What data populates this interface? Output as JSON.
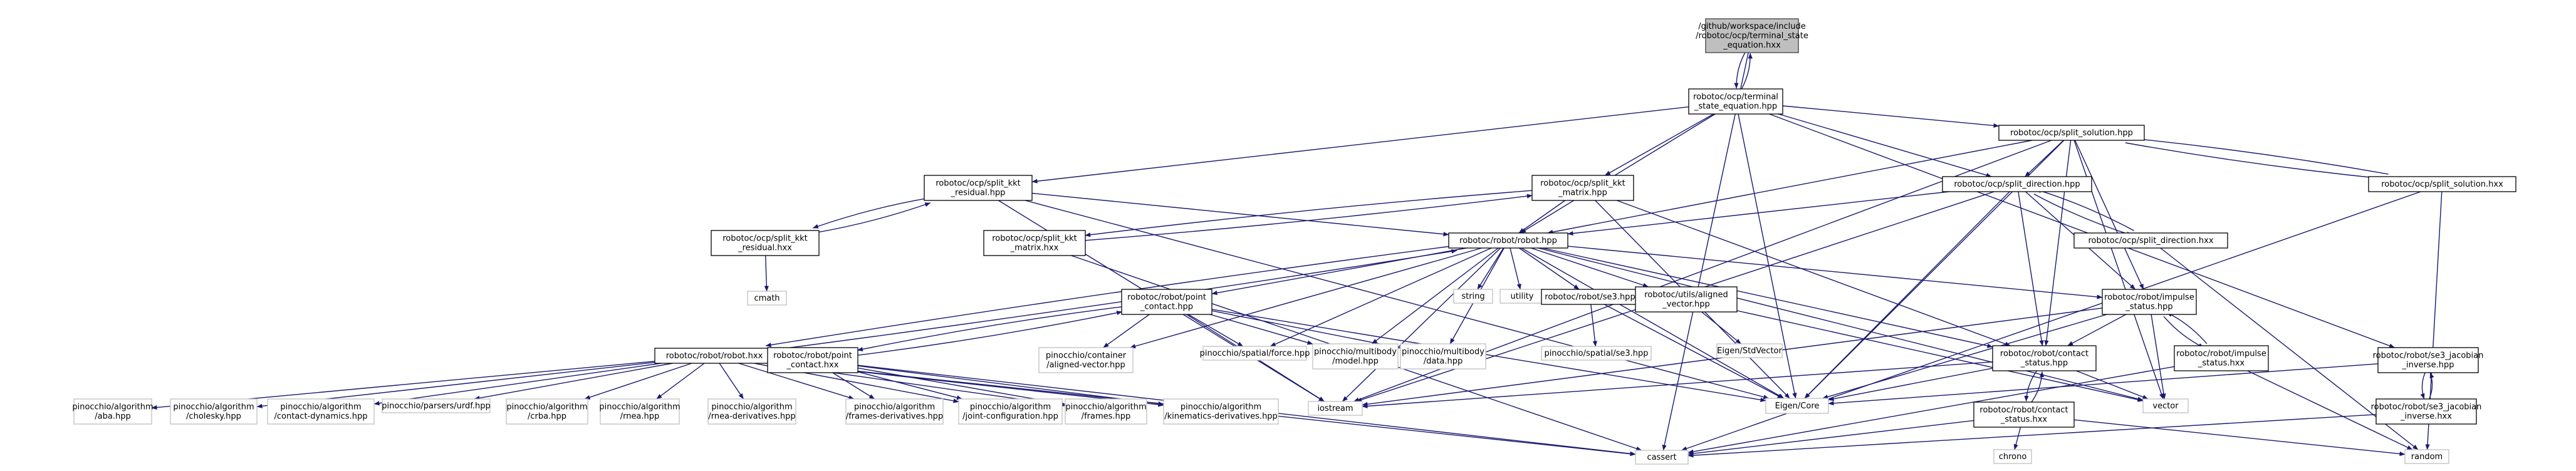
{
  "graph": {
    "colors": {
      "edge": "#191970",
      "node_fill": "#ffffff",
      "node_border": "#000000",
      "external_border": "#bfbfbf",
      "root_fill": "#bfbfbf",
      "root_border": "#404040",
      "text": "#000000"
    },
    "nodes": [
      {
        "id": "root",
        "lines": [
          "/github/workspace/include",
          "/robotoc/ocp/terminal_state",
          "_equation.hxx"
        ],
        "kind": "root"
      },
      {
        "id": "tse_hpp",
        "lines": [
          "robotoc/ocp/terminal",
          "_state_equation.hpp"
        ],
        "kind": "normal"
      },
      {
        "id": "sol_hpp",
        "lines": [
          "robotoc/ocp/split_solution.hpp"
        ],
        "kind": "normal"
      },
      {
        "id": "sol_hxx",
        "lines": [
          "robotoc/ocp/split_solution.hxx"
        ],
        "kind": "normal"
      },
      {
        "id": "kktres_hpp",
        "lines": [
          "robotoc/ocp/split_kkt",
          "_residual.hpp"
        ],
        "kind": "normal"
      },
      {
        "id": "kktmat_hpp",
        "lines": [
          "robotoc/ocp/split_kkt",
          "_matrix.hpp"
        ],
        "kind": "normal"
      },
      {
        "id": "dir_hpp",
        "lines": [
          "robotoc/ocp/split_direction.hpp"
        ],
        "kind": "normal"
      },
      {
        "id": "dir_hxx",
        "lines": [
          "robotoc/ocp/split_direction.hxx"
        ],
        "kind": "normal"
      },
      {
        "id": "kktres_hxx",
        "lines": [
          "robotoc/ocp/split_kkt",
          "_residual.hxx"
        ],
        "kind": "normal"
      },
      {
        "id": "kktmat_hxx",
        "lines": [
          "robotoc/ocp/split_kkt",
          "_matrix.hxx"
        ],
        "kind": "normal"
      },
      {
        "id": "robot_hpp",
        "lines": [
          "robotoc/robot/robot.hpp"
        ],
        "kind": "normal"
      },
      {
        "id": "cmath",
        "lines": [
          "cmath"
        ],
        "kind": "external"
      },
      {
        "id": "string",
        "lines": [
          "string"
        ],
        "kind": "external"
      },
      {
        "id": "utility",
        "lines": [
          "utility"
        ],
        "kind": "external"
      },
      {
        "id": "point_contact_hpp",
        "lines": [
          "robotoc/robot/point",
          "_contact.hpp"
        ],
        "kind": "normal"
      },
      {
        "id": "se3_hpp",
        "lines": [
          "robotoc/robot/se3.hpp"
        ],
        "kind": "normal"
      },
      {
        "id": "aligned_vector_hpp",
        "lines": [
          "robotoc/utils/aligned",
          "_vector.hpp"
        ],
        "kind": "normal"
      },
      {
        "id": "impulse_status_hpp",
        "lines": [
          "robotoc/robot/impulse",
          "_status.hpp"
        ],
        "kind": "normal"
      },
      {
        "id": "se3_jac_hpp",
        "lines": [
          "robotoc/robot/se3_jacobian",
          "_inverse.hpp"
        ],
        "kind": "normal"
      },
      {
        "id": "robot_hxx",
        "lines": [
          "robotoc/robot/robot.hxx"
        ],
        "kind": "normal"
      },
      {
        "id": "point_contact_hxx",
        "lines": [
          "robotoc/robot/point",
          "_contact.hxx"
        ],
        "kind": "normal"
      },
      {
        "id": "pin_container",
        "lines": [
          "pinocchio/container",
          "/aligned-vector.hpp"
        ],
        "kind": "external"
      },
      {
        "id": "pin_force",
        "lines": [
          "pinocchio/spatial/force.hpp"
        ],
        "kind": "external"
      },
      {
        "id": "pin_model",
        "lines": [
          "pinocchio/multibody",
          "/model.hpp"
        ],
        "kind": "external"
      },
      {
        "id": "pin_data",
        "lines": [
          "pinocchio/multibody",
          "/data.hpp"
        ],
        "kind": "external"
      },
      {
        "id": "pin_se3",
        "lines": [
          "pinocchio/spatial/se3.hpp"
        ],
        "kind": "external"
      },
      {
        "id": "eigen_stdvector",
        "lines": [
          "Eigen/StdVector"
        ],
        "kind": "external"
      },
      {
        "id": "contact_status_hpp",
        "lines": [
          "robotoc/robot/contact",
          "_status.hpp"
        ],
        "kind": "normal"
      },
      {
        "id": "impulse_status_hxx",
        "lines": [
          "robotoc/robot/impulse",
          "_status.hxx"
        ],
        "kind": "normal"
      },
      {
        "id": "se3_jac_hxx",
        "lines": [
          "robotoc/robot/se3_jacobian",
          "_inverse.hxx"
        ],
        "kind": "normal"
      },
      {
        "id": "pin_aba",
        "lines": [
          "pinocchio/algorithm",
          "/aba.hpp"
        ],
        "kind": "external"
      },
      {
        "id": "pin_cholesky",
        "lines": [
          "pinocchio/algorithm",
          "/cholesky.hpp"
        ],
        "kind": "external"
      },
      {
        "id": "pin_contact_dyn",
        "lines": [
          "pinocchio/algorithm",
          "/contact-dynamics.hpp"
        ],
        "kind": "external"
      },
      {
        "id": "pin_urdf",
        "lines": [
          "pinocchio/parsers/urdf.hpp"
        ],
        "kind": "external"
      },
      {
        "id": "pin_crba",
        "lines": [
          "pinocchio/algorithm",
          "/crba.hpp"
        ],
        "kind": "external"
      },
      {
        "id": "pin_rnea",
        "lines": [
          "pinocchio/algorithm",
          "/rnea.hpp"
        ],
        "kind": "external"
      },
      {
        "id": "pin_rnea_deriv",
        "lines": [
          "pinocchio/algorithm",
          "/rnea-derivatives.hpp"
        ],
        "kind": "external"
      },
      {
        "id": "pin_frames_deriv",
        "lines": [
          "pinocchio/algorithm",
          "/frames-derivatives.hpp"
        ],
        "kind": "external"
      },
      {
        "id": "pin_joint_conf",
        "lines": [
          "pinocchio/algorithm",
          "/joint-configuration.hpp"
        ],
        "kind": "external"
      },
      {
        "id": "pin_frames",
        "lines": [
          "pinocchio/algorithm",
          "/frames.hpp"
        ],
        "kind": "external"
      },
      {
        "id": "pin_kin_deriv",
        "lines": [
          "pinocchio/algorithm",
          "/kinematics-derivatives.hpp"
        ],
        "kind": "external"
      },
      {
        "id": "iostream",
        "lines": [
          "iostream"
        ],
        "kind": "external"
      },
      {
        "id": "eigen_core",
        "lines": [
          "Eigen/Core"
        ],
        "kind": "external"
      },
      {
        "id": "vector",
        "lines": [
          "vector"
        ],
        "kind": "external"
      },
      {
        "id": "contact_status_hxx",
        "lines": [
          "robotoc/robot/contact",
          "_status.hxx"
        ],
        "kind": "normal"
      },
      {
        "id": "random",
        "lines": [
          "random"
        ],
        "kind": "external"
      },
      {
        "id": "cassert",
        "lines": [
          "cassert"
        ],
        "kind": "external"
      },
      {
        "id": "chrono",
        "lines": [
          "chrono"
        ],
        "kind": "external"
      }
    ],
    "edges": [
      [
        "root",
        "tse_hpp"
      ],
      [
        "root",
        "cassert"
      ],
      [
        "tse_hpp",
        "root"
      ],
      [
        "tse_hpp",
        "kktres_hpp"
      ],
      [
        "tse_hpp",
        "kktmat_hpp"
      ],
      [
        "tse_hpp",
        "robot_hpp"
      ],
      [
        "tse_hpp",
        "sol_hpp"
      ],
      [
        "tse_hpp",
        "dir_hpp"
      ],
      [
        "tse_hpp",
        "se3_jac_hpp"
      ],
      [
        "tse_hpp",
        "eigen_core"
      ],
      [
        "sol_hpp",
        "sol_hxx"
      ],
      [
        "sol_hpp",
        "dir_hpp"
      ],
      [
        "sol_hpp",
        "robot_hpp"
      ],
      [
        "sol_hpp",
        "contact_status_hpp"
      ],
      [
        "sol_hpp",
        "impulse_status_hpp"
      ],
      [
        "sol_hpp",
        "iostream"
      ],
      [
        "sol_hpp",
        "eigen_core"
      ],
      [
        "sol_hpp",
        "vector"
      ],
      [
        "sol_hxx",
        "sol_hpp"
      ],
      [
        "sol_hxx",
        "random"
      ],
      [
        "sol_hxx",
        "cassert"
      ],
      [
        "kktres_hpp",
        "kktres_hxx"
      ],
      [
        "kktres_hpp",
        "robot_hpp"
      ],
      [
        "kktres_hpp",
        "eigen_core"
      ],
      [
        "kktres_hpp",
        "iostream"
      ],
      [
        "kktres_hxx",
        "kktres_hpp"
      ],
      [
        "kktres_hxx",
        "cmath"
      ],
      [
        "kktmat_hpp",
        "kktmat_hxx"
      ],
      [
        "kktmat_hpp",
        "robot_hpp"
      ],
      [
        "kktmat_hpp",
        "contact_status_hpp"
      ],
      [
        "kktmat_hpp",
        "eigen_core"
      ],
      [
        "kktmat_hxx",
        "kktmat_hpp"
      ],
      [
        "kktmat_hxx",
        "cassert"
      ],
      [
        "dir_hpp",
        "dir_hxx"
      ],
      [
        "dir_hpp",
        "robot_hpp"
      ],
      [
        "dir_hpp",
        "contact_status_hpp"
      ],
      [
        "dir_hpp",
        "impulse_status_hpp"
      ],
      [
        "dir_hpp",
        "eigen_core"
      ],
      [
        "dir_hpp",
        "iostream"
      ],
      [
        "dir_hxx",
        "dir_hpp"
      ],
      [
        "dir_hxx",
        "random"
      ],
      [
        "robot_hpp",
        "robot_hxx"
      ],
      [
        "robot_hpp",
        "point_contact_hpp"
      ],
      [
        "robot_hpp",
        "string"
      ],
      [
        "robot_hpp",
        "utility"
      ],
      [
        "robot_hpp",
        "se3_hpp"
      ],
      [
        "robot_hpp",
        "aligned_vector_hpp"
      ],
      [
        "robot_hpp",
        "impulse_status_hpp"
      ],
      [
        "robot_hpp",
        "contact_status_hpp"
      ],
      [
        "robot_hpp",
        "pin_container"
      ],
      [
        "robot_hpp",
        "pin_force"
      ],
      [
        "robot_hpp",
        "pin_model"
      ],
      [
        "robot_hpp",
        "pin_data"
      ],
      [
        "robot_hpp",
        "eigen_core"
      ],
      [
        "robot_hpp",
        "vector"
      ],
      [
        "robot_hpp",
        "iostream"
      ],
      [
        "point_contact_hpp",
        "point_contact_hxx"
      ],
      [
        "point_contact_hpp",
        "pin_container"
      ],
      [
        "point_contact_hpp",
        "pin_force"
      ],
      [
        "point_contact_hpp",
        "pin_model"
      ],
      [
        "point_contact_hpp",
        "pin_data"
      ],
      [
        "point_contact_hpp",
        "eigen_core"
      ],
      [
        "point_contact_hpp",
        "iostream"
      ],
      [
        "point_contact_hxx",
        "point_contact_hpp"
      ],
      [
        "point_contact_hxx",
        "pin_frames_deriv"
      ],
      [
        "point_contact_hxx",
        "pin_joint_conf"
      ],
      [
        "point_contact_hxx",
        "pin_frames"
      ],
      [
        "point_contact_hxx",
        "pin_kin_deriv"
      ],
      [
        "point_contact_hxx",
        "cassert"
      ],
      [
        "se3_hpp",
        "pin_se3"
      ],
      [
        "se3_hpp",
        "eigen_core"
      ],
      [
        "aligned_vector_hpp",
        "eigen_stdvector"
      ],
      [
        "aligned_vector_hpp",
        "vector"
      ],
      [
        "impulse_status_hpp",
        "impulse_status_hxx"
      ],
      [
        "impulse_status_hpp",
        "contact_status_hpp"
      ],
      [
        "impulse_status_hpp",
        "eigen_core"
      ],
      [
        "impulse_status_hpp",
        "vector"
      ],
      [
        "impulse_status_hpp",
        "iostream"
      ],
      [
        "impulse_status_hxx",
        "impulse_status_hpp"
      ],
      [
        "impulse_status_hxx",
        "random"
      ],
      [
        "impulse_status_hxx",
        "cassert"
      ],
      [
        "contact_status_hpp",
        "contact_status_hxx"
      ],
      [
        "contact_status_hpp",
        "eigen_core"
      ],
      [
        "contact_status_hpp",
        "vector"
      ],
      [
        "contact_status_hpp",
        "iostream"
      ],
      [
        "contact_status_hxx",
        "contact_status_hpp"
      ],
      [
        "contact_status_hxx",
        "random"
      ],
      [
        "contact_status_hxx",
        "chrono"
      ],
      [
        "contact_status_hxx",
        "cassert"
      ],
      [
        "se3_jac_hpp",
        "se3_jac_hxx"
      ],
      [
        "se3_jac_hpp",
        "eigen_core"
      ],
      [
        "se3_jac_hxx",
        "se3_jac_hpp"
      ],
      [
        "se3_jac_hxx",
        "cassert"
      ],
      [
        "robot_hxx",
        "robot_hpp"
      ],
      [
        "robot_hxx",
        "pin_aba"
      ],
      [
        "robot_hxx",
        "pin_cholesky"
      ],
      [
        "robot_hxx",
        "pin_contact_dyn"
      ],
      [
        "robot_hxx",
        "pin_urdf"
      ],
      [
        "robot_hxx",
        "pin_crba"
      ],
      [
        "robot_hxx",
        "pin_rnea"
      ],
      [
        "robot_hxx",
        "pin_rnea_deriv"
      ],
      [
        "robot_hxx",
        "pin_frames_deriv"
      ],
      [
        "robot_hxx",
        "pin_joint_conf"
      ],
      [
        "robot_hxx",
        "pin_frames"
      ],
      [
        "robot_hxx",
        "pin_kin_deriv"
      ],
      [
        "robot_hxx",
        "cassert"
      ]
    ]
  }
}
